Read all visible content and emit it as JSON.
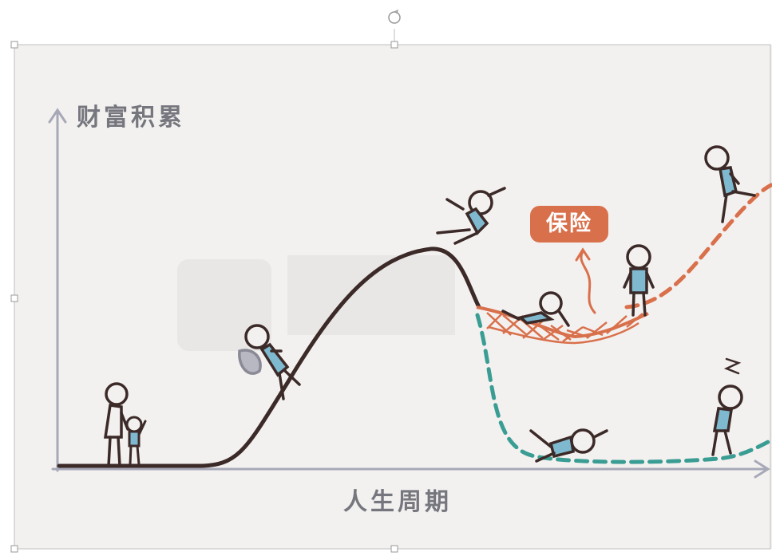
{
  "diagram": {
    "y_axis_label": "财富积累",
    "x_axis_label": "人生周期",
    "insurance_label": "保险",
    "colors": {
      "background": "#f3f1ef",
      "wealth_curve": "#3b2a28",
      "insured_path": "#d9704c",
      "uninsured_path": "#3a9d94",
      "axis": "#a7a9b8",
      "figure_shirt": "#7fb9cf"
    },
    "icons": [
      "rotate-handle-icon"
    ]
  }
}
